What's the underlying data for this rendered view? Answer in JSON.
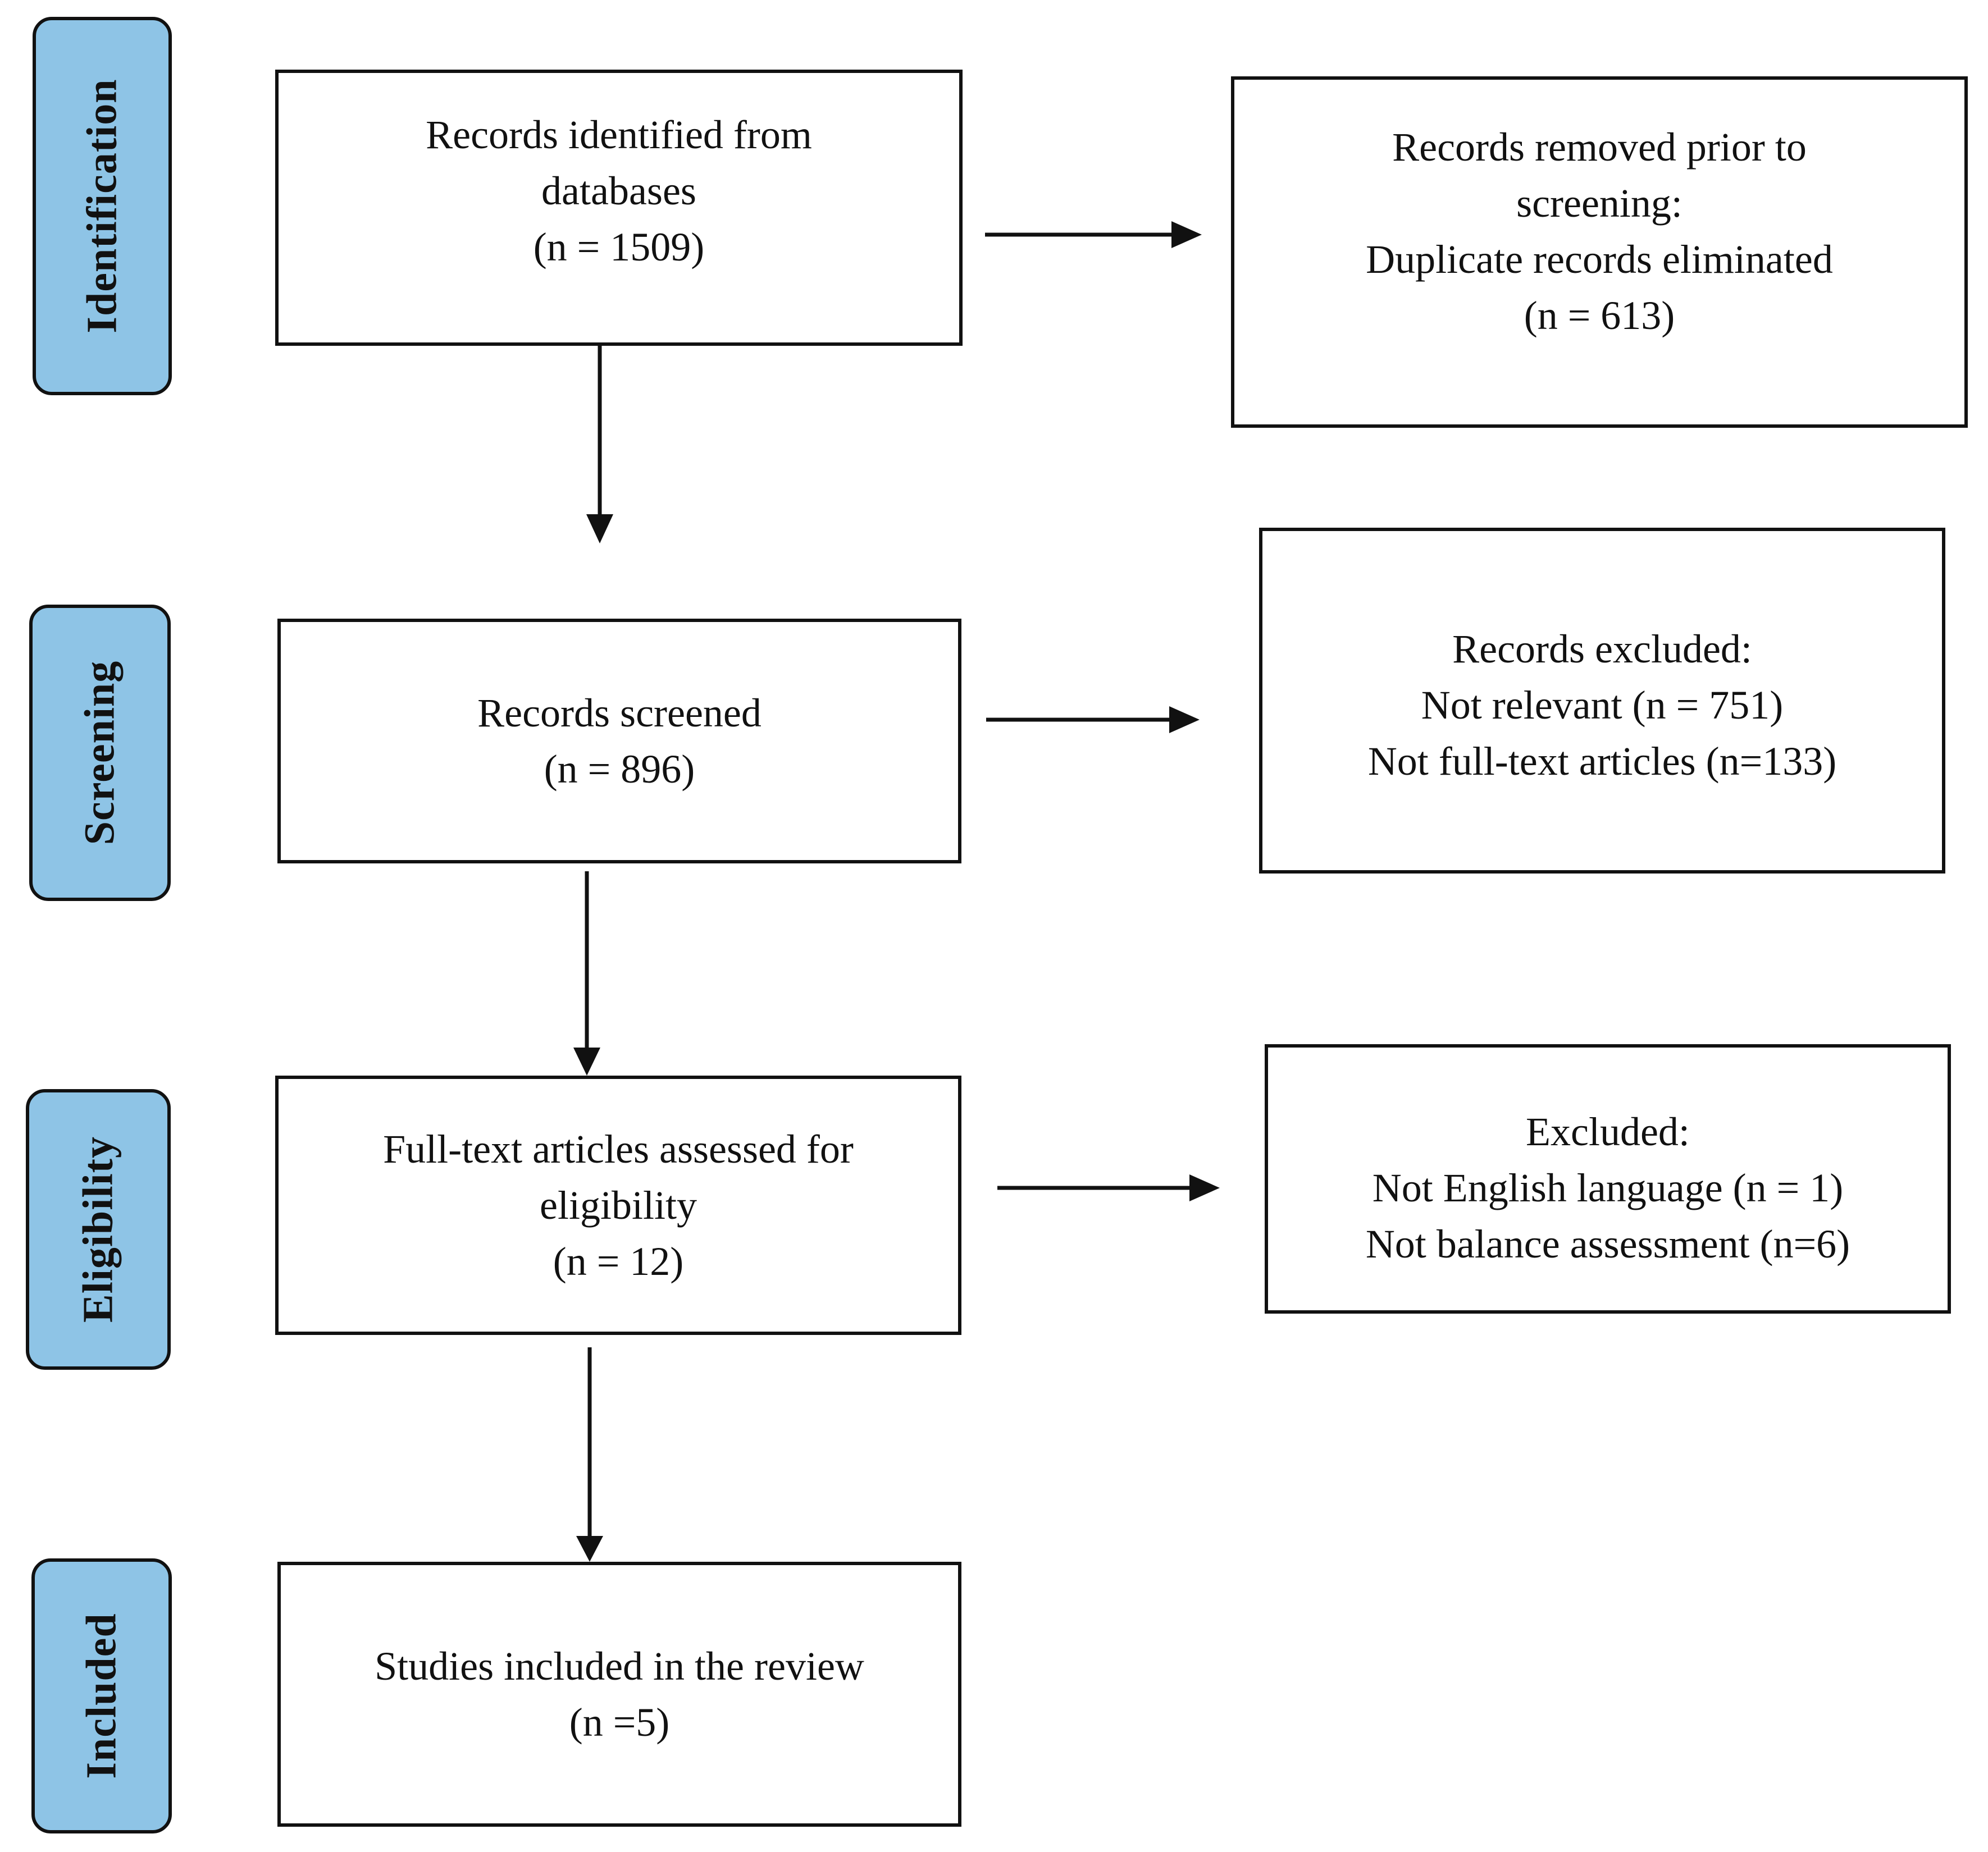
{
  "phases": {
    "identification": "Identification",
    "screening": "Screening",
    "eligibility": "Eligibility",
    "included": "Included"
  },
  "boxes": {
    "identified": {
      "line1": "Records identified from",
      "line2": "databases",
      "count": "(n = 1509)"
    },
    "removed": {
      "line1": "Records removed prior to",
      "line2": "screening:",
      "line3": "Duplicate records eliminated",
      "count": "(n = 613)"
    },
    "screened": {
      "line1": "Records screened",
      "count": "(n = 896)"
    },
    "excluded_screening": {
      "line1": "Records excluded:",
      "line2": "Not relevant (n = 751)",
      "line3": "Not full-text articles (n=133)"
    },
    "assessed": {
      "line1": "Full-text articles assessed for",
      "line2": "eligibility",
      "count": "(n = 12)"
    },
    "excluded_eligibility": {
      "line1": "Excluded:",
      "line2": "Not English language (n = 1)",
      "line3": "Not balance assessment (n=6)"
    },
    "included": {
      "line1": "Studies included in the review",
      "count": "(n =5)"
    }
  }
}
